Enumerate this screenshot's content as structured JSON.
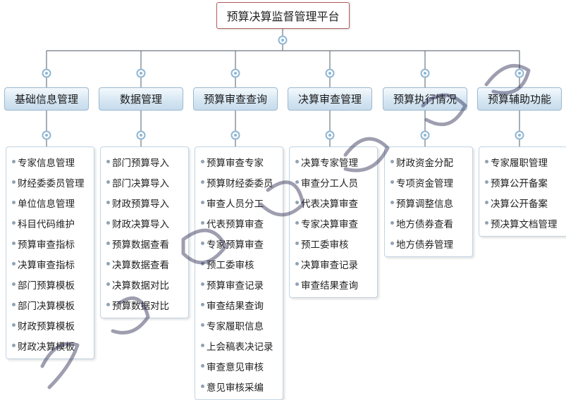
{
  "root": {
    "title": "预算决算监督管理平台"
  },
  "modules": [
    {
      "title": "基础信息管理",
      "items": [
        "专家信息管理",
        "财经委委员管理",
        "单位信息管理",
        "科目代码维护",
        "预算审查指标",
        "决算审查指标",
        "部门预算模板",
        "部门决算模板",
        "财政预算模板",
        "财政决算模板"
      ]
    },
    {
      "title": "数据管理",
      "items": [
        "部门预算导入",
        "部门决算导入",
        "财政预算导入",
        "财政决算导入",
        "预算数据查看",
        "决算数据查看",
        "决算数据对比",
        "预算数据对比"
      ]
    },
    {
      "title": "预算审查查询",
      "items": [
        "预算审查专家",
        "预算财经委委员",
        "审查人员分工",
        "代表预算审查",
        "专家预算审查",
        "预工委审核",
        "预算审查记录",
        "审查结果查询",
        "专家履职信息",
        "上会稿表决记录",
        "审查意见审核",
        "意见审核采编"
      ]
    },
    {
      "title": "决算审查管理",
      "items": [
        "决算专家管理",
        "审查分工人员",
        "代表决算审查",
        "专家决算审查",
        "预工委审核",
        "决算审查记录",
        "审查结果查询"
      ]
    },
    {
      "title": "预算执行情况",
      "items": [
        "财政资金分配",
        "专项资金管理",
        "预算调整信息",
        "地方债券查看",
        "地方债券管理"
      ]
    },
    {
      "title": "预算辅助功能",
      "items": [
        "专家履职管理",
        "预算公开备案",
        "决算公开备案",
        "预决算文档管理"
      ]
    }
  ],
  "colors": {
    "line": "#6d7780",
    "connector": "#8fb6d3",
    "root_border": "#b65a5a"
  }
}
